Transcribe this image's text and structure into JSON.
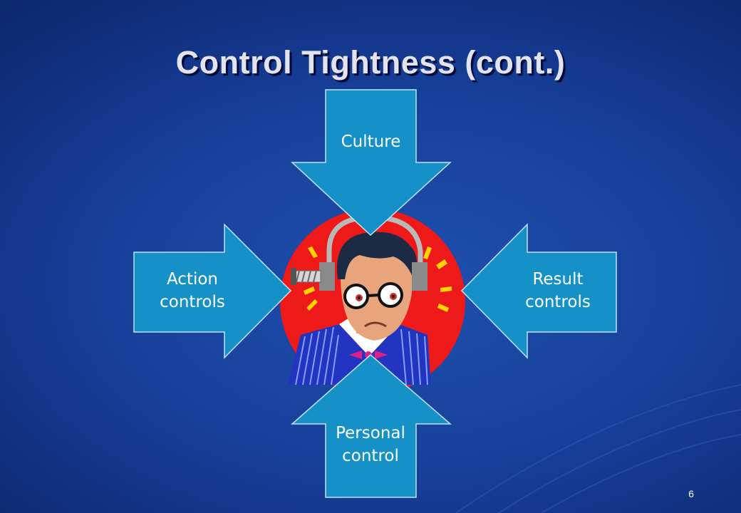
{
  "title": "Control Tightness (cont.)",
  "page_number": "6",
  "arrows": {
    "top": {
      "lines": [
        "Culture"
      ]
    },
    "left": {
      "lines": [
        "Action",
        "controls"
      ]
    },
    "right": {
      "lines": [
        "Result",
        "controls"
      ]
    },
    "bottom": {
      "lines": [
        "Personal",
        "control"
      ]
    }
  },
  "colors": {
    "background": "#17409a",
    "arrow_fill": "#1591c8",
    "arrow_stroke": "#bfe2f2",
    "burst": "#ee1a1a",
    "title_text": "#e3e3ee"
  },
  "icons": {
    "center_clipart": "man-in-vise-clipart"
  }
}
